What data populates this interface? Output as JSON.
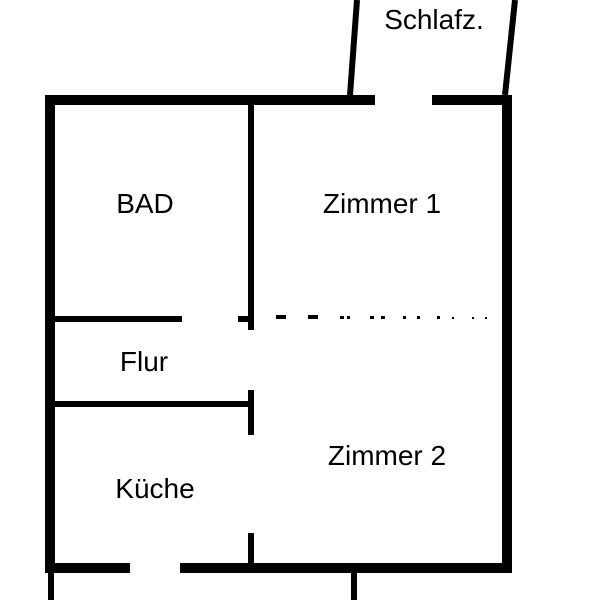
{
  "rooms": {
    "schlafzimmer": "Schlafz.",
    "bad": "BAD",
    "zimmer1": "Zimmer 1",
    "flur": "Flur",
    "zimmer2": "Zimmer 2",
    "kueche": "Küche"
  },
  "colors": {
    "walls": "#000000",
    "background": "#ffffff"
  }
}
